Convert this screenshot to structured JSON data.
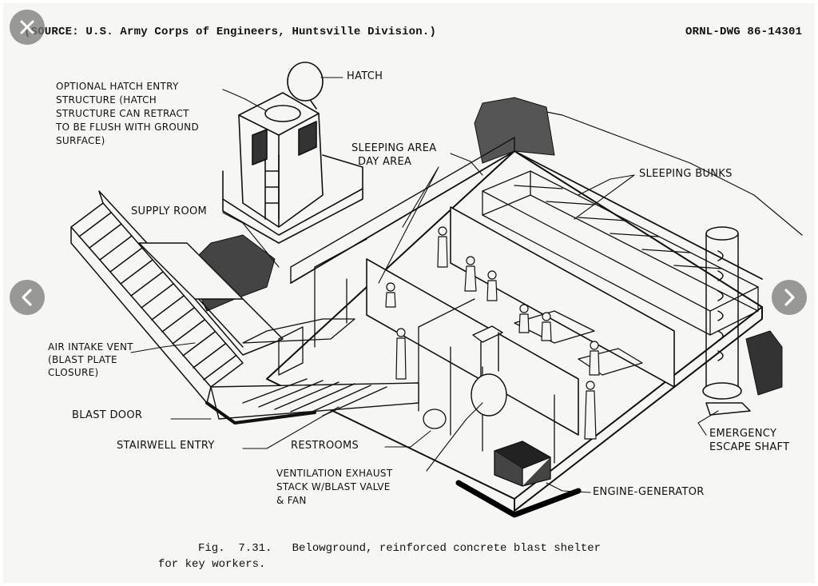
{
  "header": {
    "source": "(SOURCE:  U.S. Army Corps of Engineers, Huntsville Division.)",
    "drawing_no": "ORNL-DWG 86-14301"
  },
  "labels": {
    "hatch": "HATCH",
    "optional_hatch": "OPTIONAL HATCH ENTRY\nSTRUCTURE (HATCH\nSTRUCTURE CAN RETRACT\nTO BE FLUSH WITH GROUND\nSURFACE)",
    "sleeping_area": "SLEEPING AREA",
    "day_area": "DAY AREA",
    "sleeping_bunks": "SLEEPING BUNKS",
    "supply_room": "SUPPLY ROOM",
    "air_intake": "AIR INTAKE VENT\n(BLAST PLATE\nCLOSURE)",
    "blast_door": "BLAST DOOR",
    "stairwell_entry": "STAIRWELL ENTRY",
    "restrooms": "RESTROOMS",
    "ventilation": "VENTILATION EXHAUST\nSTACK W/BLAST VALVE\n& FAN",
    "engine_generator": "ENGINE-GENERATOR",
    "emergency": "EMERGENCY\nESCAPE SHAFT"
  },
  "caption": {
    "line1": "Fig.  7.31.   Belowground, reinforced concrete blast shelter",
    "line2": "for key workers."
  },
  "icons": {
    "close": "close-icon",
    "prev": "chevron-left-icon",
    "next": "chevron-right-icon"
  }
}
